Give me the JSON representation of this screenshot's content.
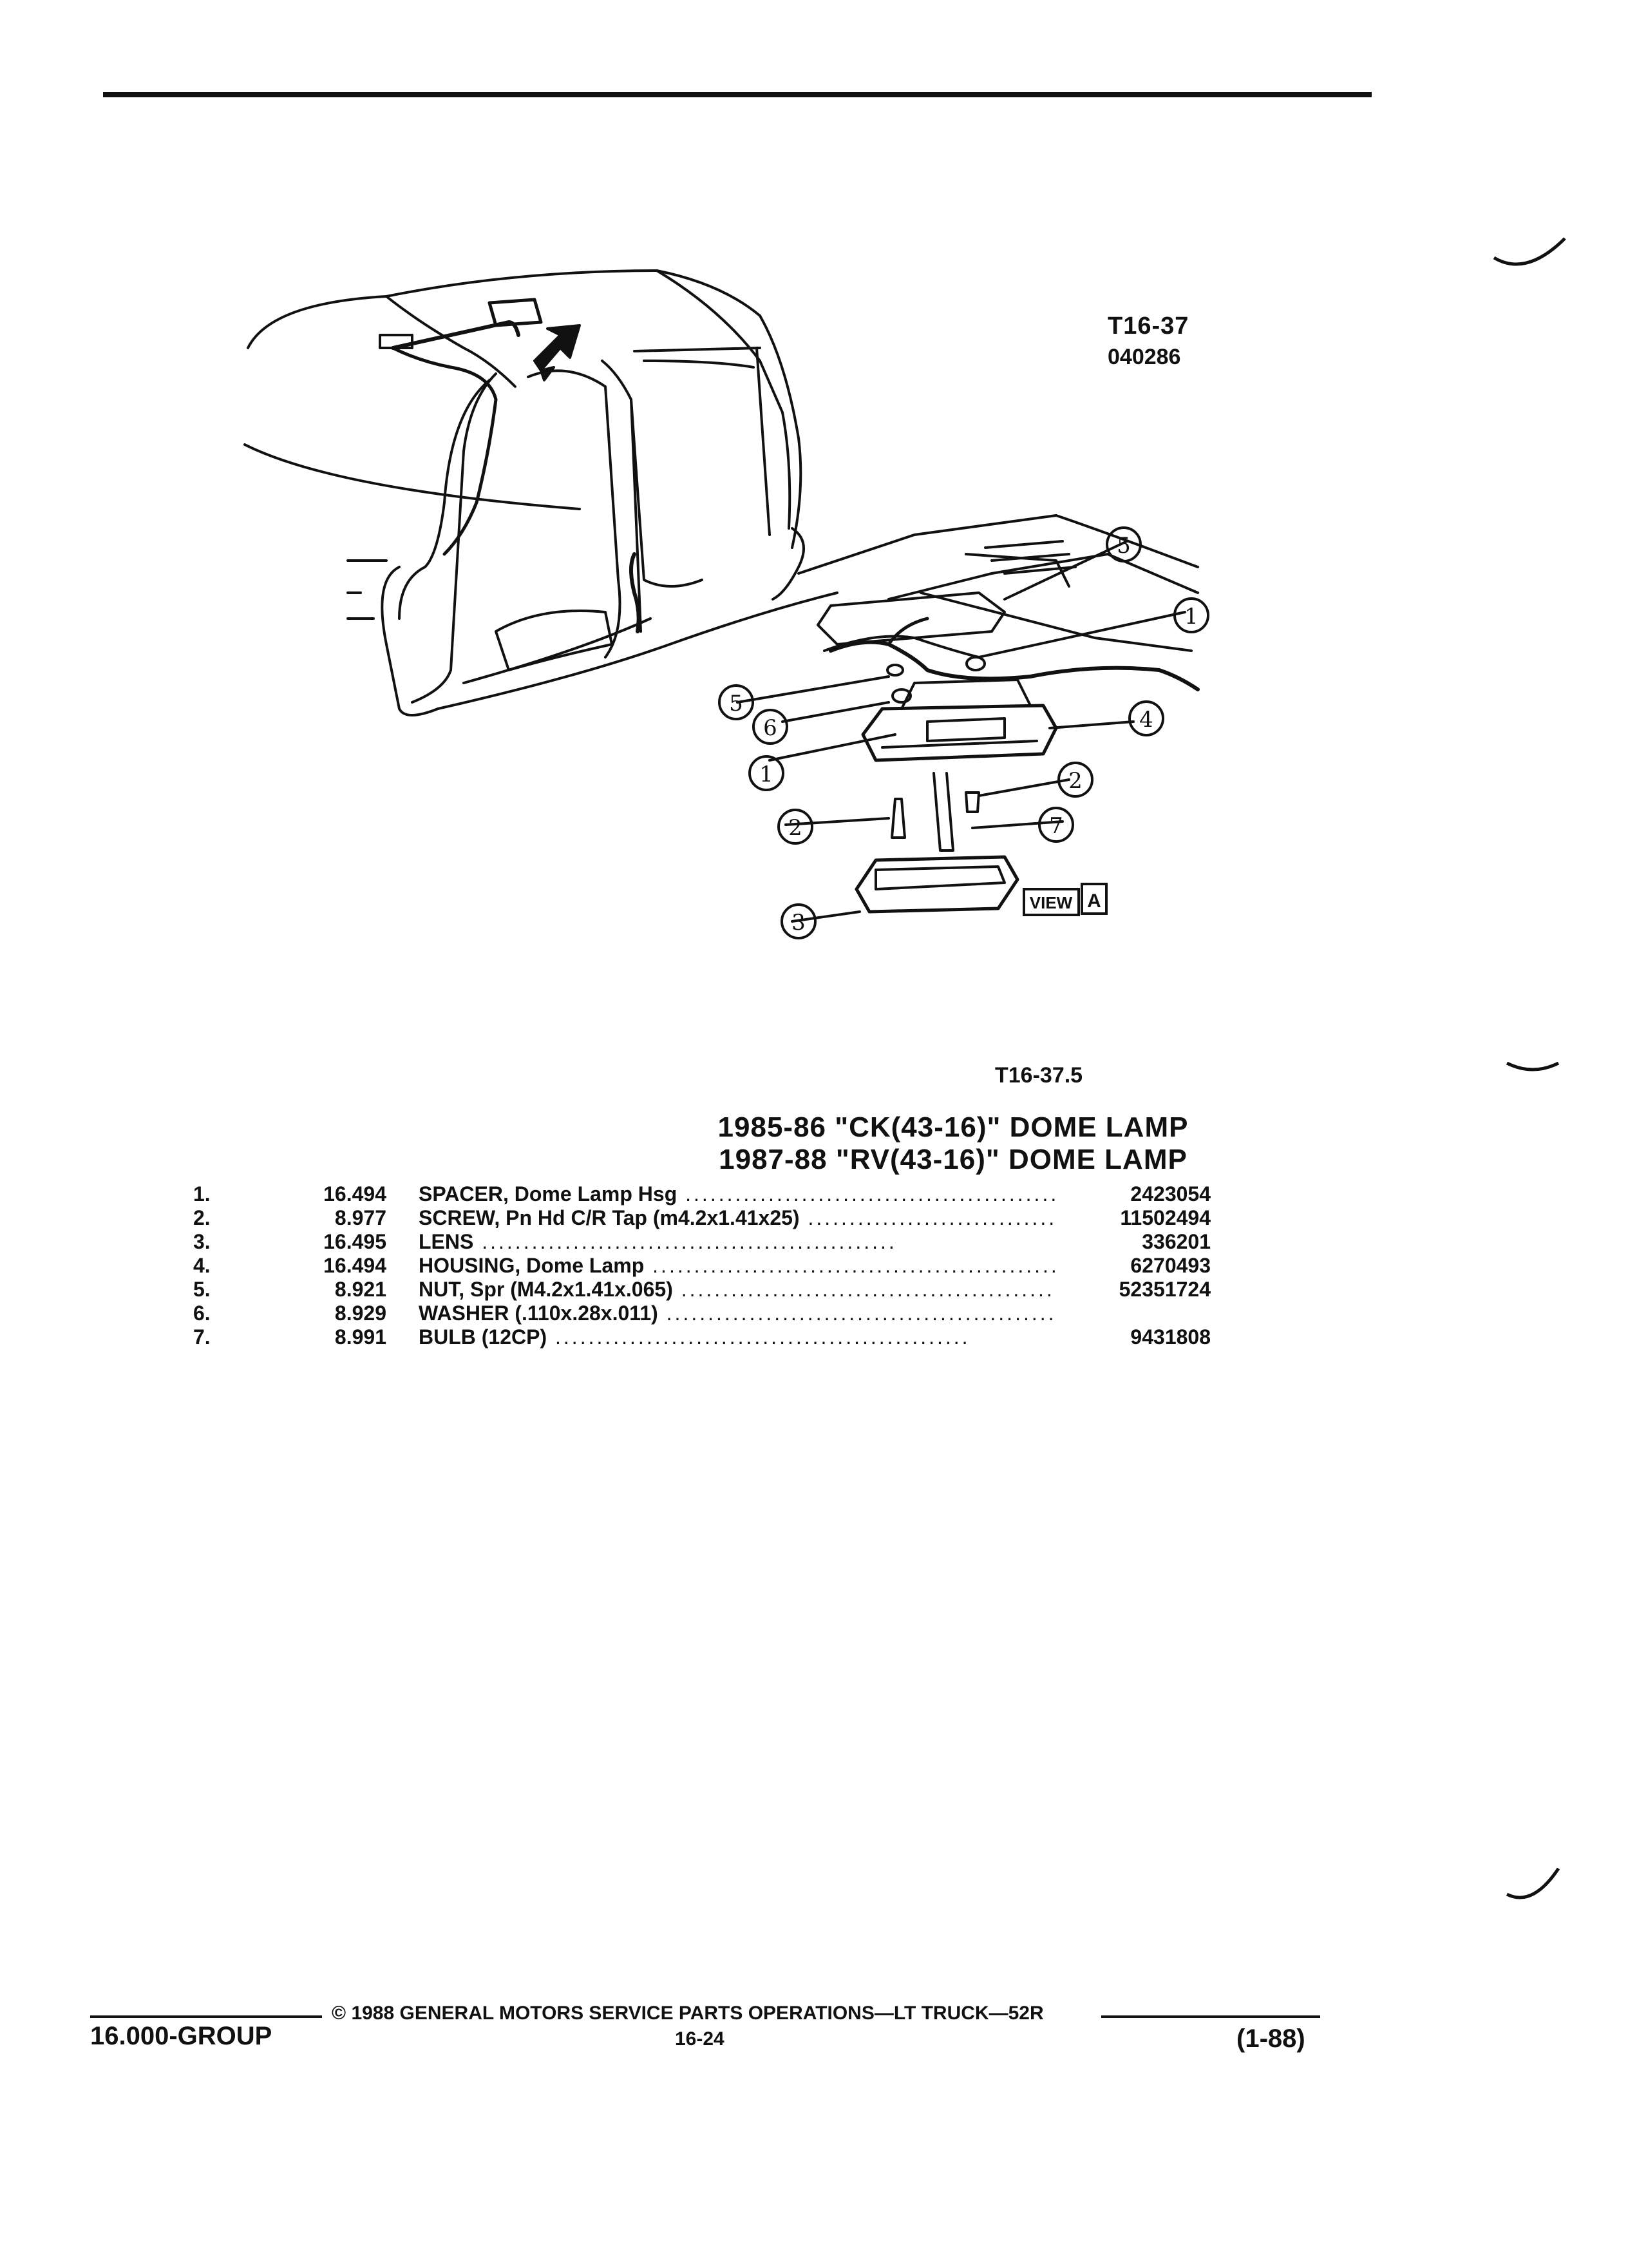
{
  "figure": {
    "code": "T16-37",
    "sub_code": "040286",
    "sub_figure": "T16-37.5",
    "view_label": "VIEW",
    "view_letter": "A",
    "callouts": [
      "5",
      "1",
      "4",
      "2",
      "7",
      "3",
      "5",
      "6",
      "1",
      "2"
    ]
  },
  "title": {
    "line1": "1985-86 \"CK(43-16)\" DOME LAMP",
    "line2": "1987-88 \"RV(43-16)\" DOME LAMP"
  },
  "parts": [
    {
      "num": "1.",
      "group": "16.494",
      "desc": "SPACER, Dome Lamp Hsg",
      "part": "2423054"
    },
    {
      "num": "2.",
      "group": "8.977",
      "desc": "SCREW, Pn Hd C/R Tap (m4.2x1.41x25)",
      "part": "11502494"
    },
    {
      "num": "3.",
      "group": "16.495",
      "desc": "LENS",
      "part": "336201"
    },
    {
      "num": "4.",
      "group": "16.494",
      "desc": "HOUSING, Dome Lamp",
      "part": "6270493"
    },
    {
      "num": "5.",
      "group": "8.921",
      "desc": "NUT, Spr (M4.2x1.41x.065)",
      "part": "52351724"
    },
    {
      "num": "6.",
      "group": "8.929",
      "desc": "WASHER (.110x.28x.011)",
      "part": ""
    },
    {
      "num": "7.",
      "group": "8.991",
      "desc": "BULB (12CP)",
      "part": "9431808"
    }
  ],
  "footer": {
    "copyright": "© 1988 GENERAL MOTORS SERVICE PARTS OPERATIONS—LT TRUCK—52R",
    "group": "16.000-GROUP",
    "page": "16-24",
    "revision": "(1-88)"
  }
}
